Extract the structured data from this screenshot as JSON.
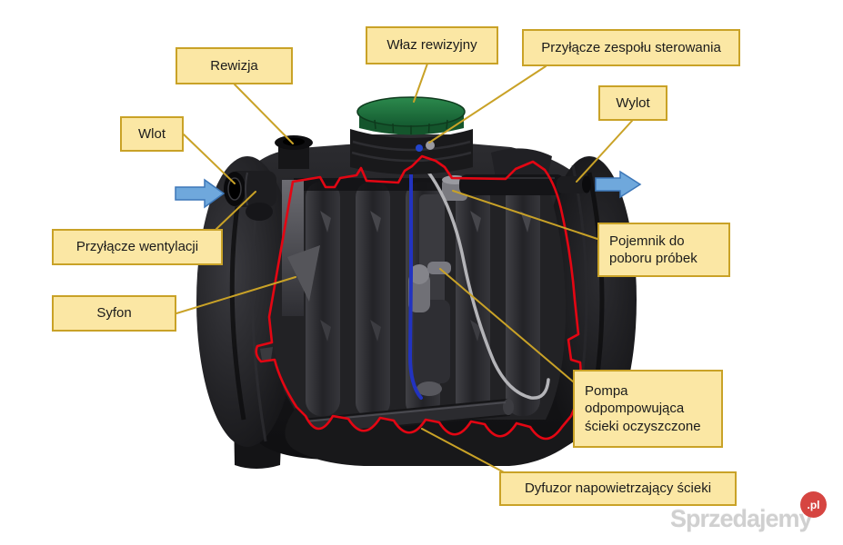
{
  "diagram": {
    "subject": "wastewater-treatment-tank-cutaway",
    "labels": {
      "rewizja": "Rewizja",
      "wlaz_rewizyjny": "Właz rewizyjny",
      "przylacze_zespolu_sterowania": "Przyłącze zespołu sterowania",
      "wylot": "Wylot",
      "wlot": "Wlot",
      "przylacze_wentylacji": "Przyłącze wentylacji",
      "syfon": "Syfon",
      "pojemnik_do_poboru_probek": "Pojemnik do poboru próbek",
      "pompa_odpompowujaca": "Pompa odpompowująca ścieki oczyszczone",
      "dyfuzor": "Dyfuzor napowietrzający ścieki"
    },
    "icons": {
      "flow_in_arrow": "blue-right-arrow",
      "flow_out_arrow": "blue-right-arrow"
    },
    "colors": {
      "label_fill": "#FBE7A4",
      "label_border": "#C9A227",
      "leader_line": "#C9A227",
      "cut_outline_red": "#E30613",
      "lid_green": "#1F7A41",
      "arrow_blue": "#6FA8DC",
      "tank_black": "#1C1C1E",
      "cable_blue": "#2233C0"
    }
  },
  "watermark": {
    "brand": "Sprzedajemy",
    "suffix": ".pl",
    "badge_color": "#d64541"
  }
}
